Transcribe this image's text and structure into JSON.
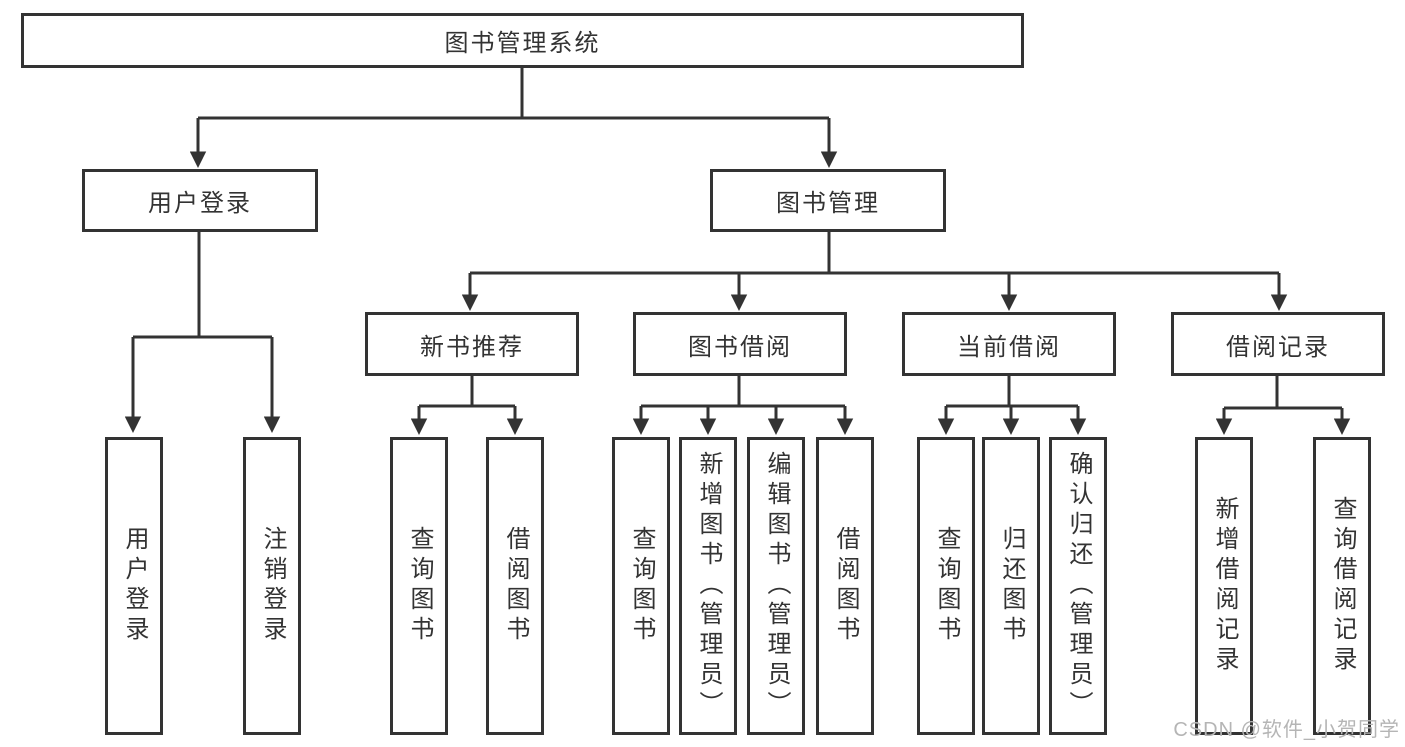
{
  "tree": {
    "root": {
      "label": "图书管理系统"
    },
    "children": [
      {
        "label": "用户登录",
        "children": [
          {
            "label": "用户登录"
          },
          {
            "label": "注销登录"
          }
        ]
      },
      {
        "label": "图书管理",
        "children": [
          {
            "label": "新书推荐",
            "children": [
              {
                "label": "查询图书"
              },
              {
                "label": "借阅图书"
              }
            ]
          },
          {
            "label": "图书借阅",
            "children": [
              {
                "label": "查询图书"
              },
              {
                "label": "新增图书（管理员）"
              },
              {
                "label": "编辑图书（管理员）"
              },
              {
                "label": "借阅图书"
              }
            ]
          },
          {
            "label": "当前借阅",
            "children": [
              {
                "label": "查询图书"
              },
              {
                "label": "归还图书"
              },
              {
                "label": "确认归还（管理员）"
              }
            ]
          },
          {
            "label": "借阅记录",
            "children": [
              {
                "label": "新增借阅记录"
              },
              {
                "label": "查询借阅记录"
              }
            ]
          }
        ]
      }
    ]
  },
  "watermark": {
    "text": "CSDN @软件_小贺同学"
  },
  "colors": {
    "line": "#333333",
    "box_border": "#333333",
    "text": "#333333",
    "watermark": "#b5b5b5",
    "background": "#ffffff"
  }
}
